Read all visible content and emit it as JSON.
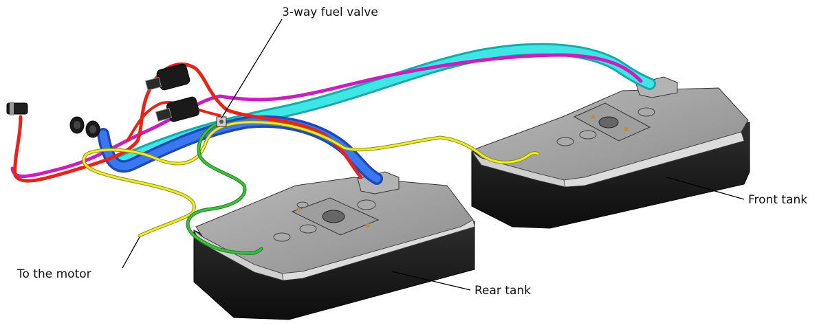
{
  "diagram": {
    "labels": {
      "fuel_valve": "3-way fuel valve",
      "front_tank": "Front tank",
      "rear_tank": "Rear tank",
      "to_motor": "To the motor"
    },
    "components": [
      "rear-tank",
      "front-tank",
      "fuel-filter-upper",
      "fuel-filter-lower",
      "three-way-valve",
      "connector-left",
      "inlet-cap-left",
      "inlet-cap-right"
    ],
    "hose_colors": {
      "red": "#e8231a",
      "magenta": "#c81fbe",
      "cyan": "#22d4d4",
      "blue": "#2b62e0",
      "yellow": "#ecec2a",
      "green": "#35a035",
      "tank_top": "#9a9a9a",
      "tank_side": "#161616"
    }
  }
}
